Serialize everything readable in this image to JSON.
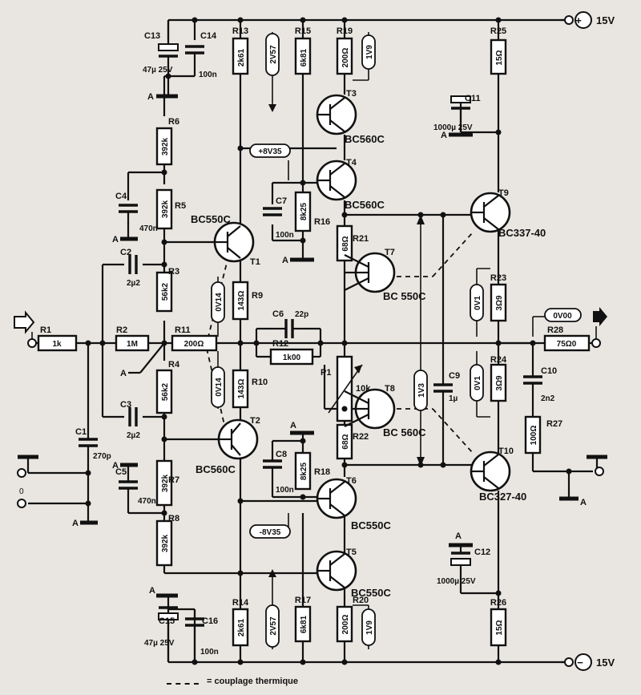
{
  "supply": {
    "pos": "15V",
    "neg": "15V",
    "pos_sign": "+",
    "neg_sign": "−"
  },
  "legend": "= couplage thermique",
  "ground": "A",
  "input": {
    "label_top": "",
    "terminal_0": "0"
  },
  "resistors": {
    "R1": "1k",
    "R2": "1M",
    "R3": "56k2",
    "R4": "56k2",
    "R5": "392k",
    "R6": "392k",
    "R7": "392k",
    "R8": "392k",
    "R9": "143Ω",
    "R10": "143Ω",
    "R11": "200Ω",
    "R12": "1k00",
    "R13": "2k61",
    "R14": "2k61",
    "R15": "6k81",
    "R16": "8k25",
    "R17": "6k81",
    "R18": "8k25",
    "R19": "200Ω",
    "R20": "200Ω",
    "R21": "68Ω",
    "R22": "68Ω",
    "R23": "3Ω9",
    "R24": "3Ω9",
    "R25": "15Ω",
    "R26": "15Ω",
    "R27": "100Ω",
    "R28": "75Ω0"
  },
  "pot": {
    "name": "P1",
    "value": "10k"
  },
  "capacitors": {
    "C1": "270p",
    "C2": "2µ2",
    "C3": "2µ2",
    "C4": "470n",
    "C5": "470n",
    "C6": "22p",
    "C7": "100n",
    "C8": "100n",
    "C9": "1µ",
    "C10": "2n2",
    "C11": "1000µ 25V",
    "C12": "1000µ 25V",
    "C13": "47µ 25V",
    "C14": "100n",
    "C15": "47µ 25V",
    "C16": "100n"
  },
  "transistors": {
    "T1": "BC550C",
    "T2": "BC560C",
    "T3": "BC560C",
    "T4": "BC560C",
    "T5": "BC550C",
    "T6": "BC550C",
    "T7": "BC 550C",
    "T8": "BC 560C",
    "T9": "BC337-40",
    "T10": "BC327-40"
  },
  "voltages": {
    "v_r13": "2V57",
    "v_r19": "1V9",
    "v_r14": "2V57",
    "v_r20": "1V9",
    "v_r9": "0V14",
    "v_r10": "0V14",
    "v_r23": "0V1",
    "v_r24": "0V1",
    "v_bias": "1V3",
    "v_out": "0V00",
    "v_pos": "+8V35",
    "v_neg": "-8V35"
  }
}
